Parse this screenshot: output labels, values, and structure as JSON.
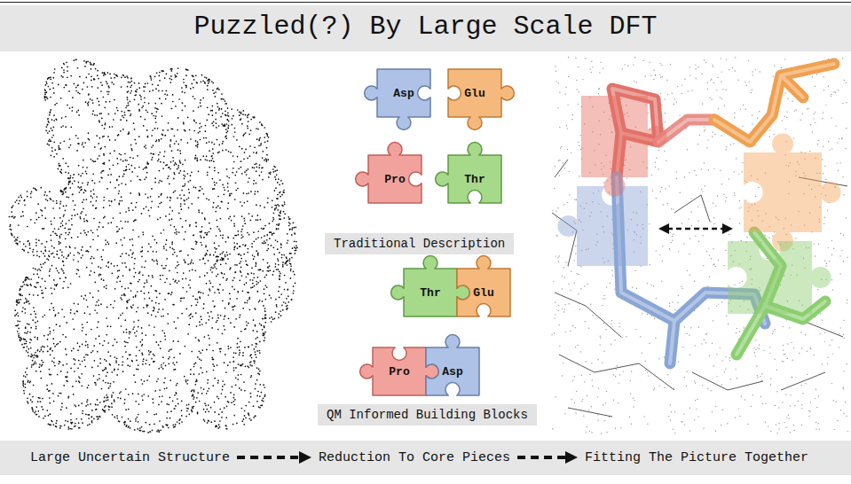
{
  "diagram": {
    "title": "Puzzled(?) By Large Scale DFT",
    "nodes": [
      {
        "text": [
          "Asp"
        ]
      },
      {
        "text": [
          "Glu"
        ]
      },
      {
        "text": [
          "Pro"
        ]
      },
      {
        "text": [
          "Thr"
        ]
      },
      {
        "text": [
          "Traditional Description"
        ]
      },
      {
        "text": [
          "Thr"
        ]
      },
      {
        "text": [
          "Glu"
        ]
      },
      {
        "text": [
          "Pro"
        ]
      },
      {
        "text": [
          "Asp"
        ]
      },
      {
        "text": [
          "QM Informed Building Blocks"
        ]
      },
      {
        "text": [
          "Large Uncertain Structure"
        ]
      },
      {
        "text": [
          "Reduction To Core Pieces"
        ]
      },
      {
        "text": [
          "Fitting The Picture Together"
        ]
      }
    ],
    "edges": [
      {
        "from": 10,
        "to": 11,
        "arrow": "to"
      },
      {
        "from": 11,
        "to": 12,
        "arrow": "to"
      }
    ]
  }
}
